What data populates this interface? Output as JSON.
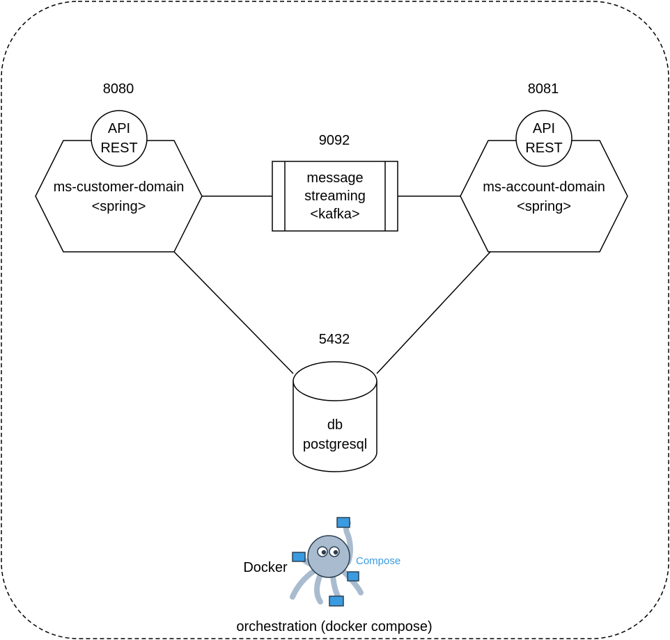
{
  "services": {
    "customer": {
      "port": "8080",
      "api": "API\nREST",
      "name": "ms-customer-domain\n<spring>"
    },
    "account": {
      "port": "8081",
      "api": "API\nREST",
      "name": "ms-account-domain\n<spring>"
    }
  },
  "broker": {
    "port": "9092",
    "name": "message\nstreaming\n<kafka>"
  },
  "database": {
    "port": "5432",
    "name": "db\npostgresql"
  },
  "orchestration": {
    "logo_text": "Docker",
    "logo_sub": "Compose",
    "caption": "orchestration (docker compose)"
  },
  "colors": {
    "stroke": "#000000",
    "logo_body": "#a9bccf",
    "logo_box": "#3a9be0"
  },
  "icons": [
    "docker-compose-octopus-icon"
  ]
}
